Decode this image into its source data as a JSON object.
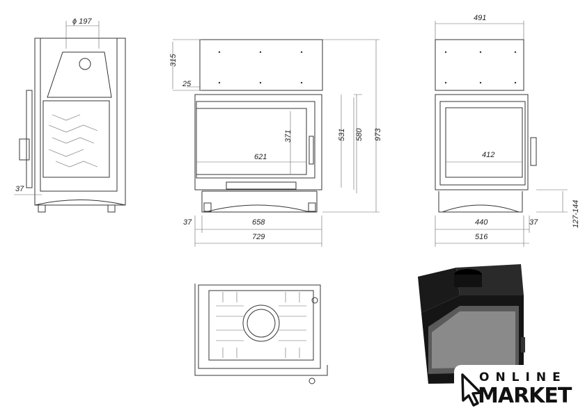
{
  "side_view": {
    "flue_diameter": "ϕ 197",
    "offset": "37"
  },
  "front_view": {
    "top_height": "315",
    "offset_top": "25",
    "glass_height": "371",
    "glass_width": "621",
    "door_height": "531",
    "frame_height": "580",
    "total_height": "973",
    "offset_left": "37",
    "inner_width": "658",
    "total_width": "729"
  },
  "right_view": {
    "top_width": "491",
    "glass_width": "412",
    "inner_width": "440",
    "offset_right": "37",
    "total_width": "516",
    "leg_height": "127-144"
  },
  "logo": {
    "line1": "ONLINE",
    "line2": "MARKET"
  }
}
